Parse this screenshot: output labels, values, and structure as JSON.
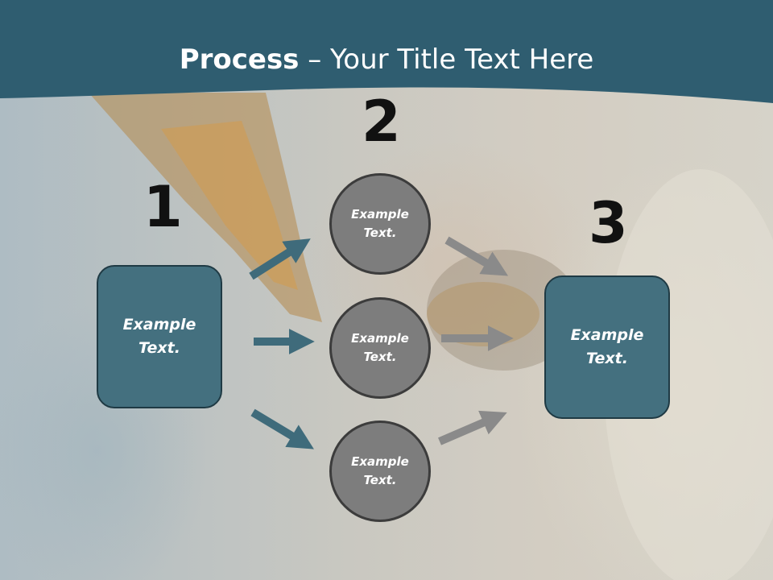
{
  "title": {
    "bold": "Process",
    "rest": " – Your Title Text Here"
  },
  "steps": [
    {
      "number": "1",
      "label": "Example\nText."
    },
    {
      "number": "2"
    },
    {
      "number": "3",
      "label": "Example\nText."
    }
  ],
  "circles": [
    {
      "label": "Example\nText."
    },
    {
      "label": "Example\nText."
    },
    {
      "label": "Example\nText."
    }
  ],
  "colors": {
    "header": "#2f5d70",
    "box_fill": "#44707f",
    "circle_fill": "#7d7d7d",
    "blue_arrow": "#3f6b7b",
    "gray_arrow": "#8a8a8a"
  }
}
